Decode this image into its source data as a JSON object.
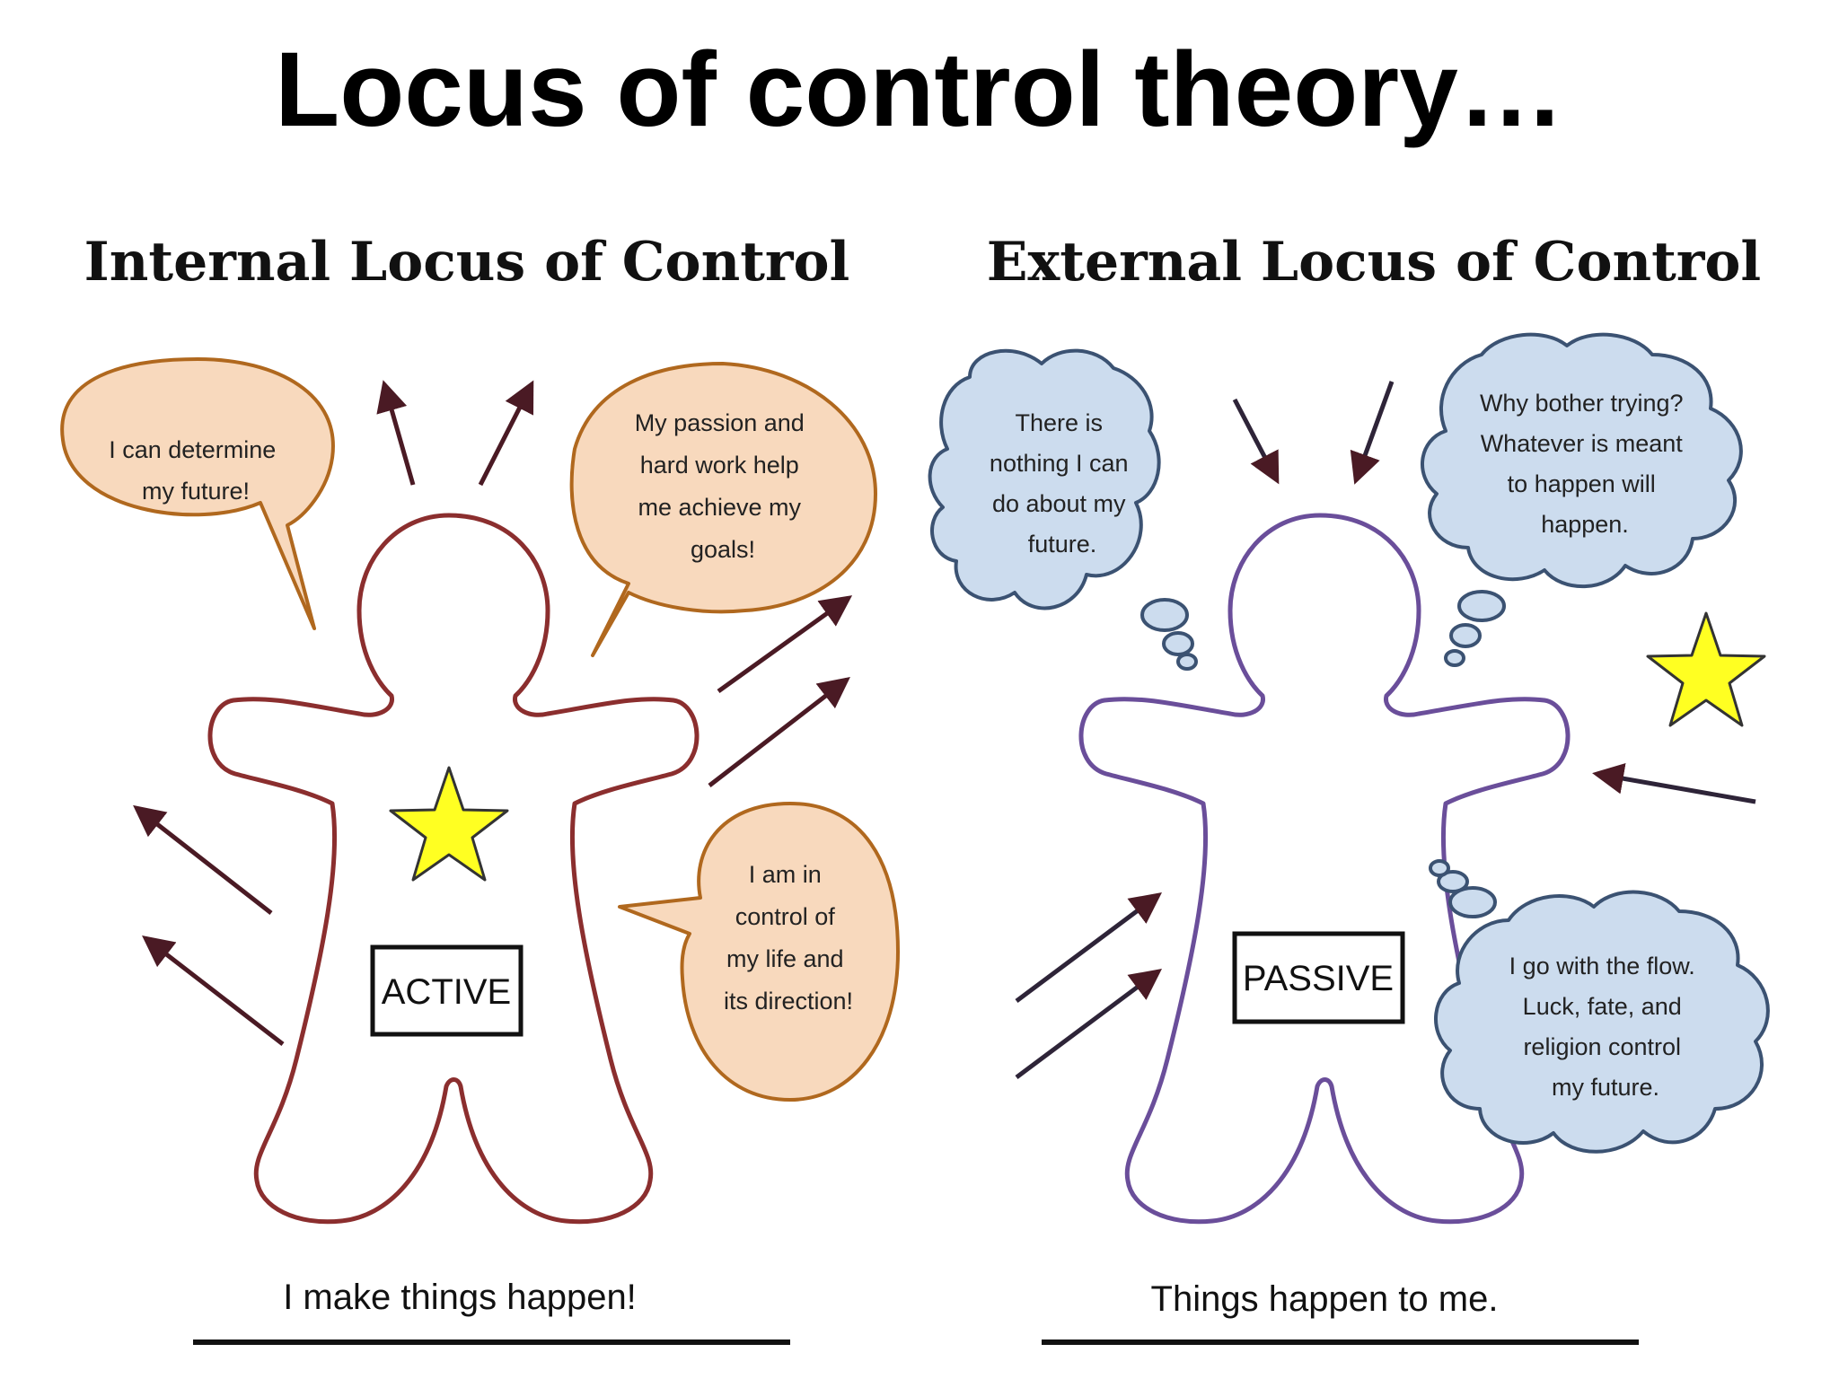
{
  "title": "Locus of control theory…",
  "internal": {
    "heading": "Internal Locus of Control",
    "badge": "ACTIVE",
    "caption": "I make things happen!",
    "bubbles": [
      {
        "lines": [
          "I can determine",
          "my future!"
        ]
      },
      {
        "lines": [
          "My passion and",
          "hard work help",
          "me achieve my",
          "goals!"
        ]
      },
      {
        "lines": [
          "I am in",
          "control of",
          "my life and",
          "its direction!"
        ]
      }
    ]
  },
  "external": {
    "heading": "External Locus of Control",
    "badge": "PASSIVE",
    "caption": "Things happen to me.",
    "bubbles": [
      {
        "lines": [
          "There is",
          "nothing I can",
          "do about my",
          "future."
        ]
      },
      {
        "lines": [
          "Why bother trying?",
          "Whatever is meant",
          "to happen will",
          "happen."
        ]
      },
      {
        "lines": [
          "I go with the flow.",
          "Luck, fate, and",
          "religion control",
          "my future."
        ]
      }
    ]
  },
  "colors": {
    "internal_outline": "#8b2e2e",
    "external_outline": "#6a4e9a",
    "speech_fill": "#f8d9bd",
    "speech_stroke": "#b0681e",
    "thought_fill": "#ccdcee",
    "thought_stroke": "#3b5272",
    "arrow": "#4a1a24",
    "star_fill": "#ffff22"
  },
  "icons": [
    "star-icon",
    "arrow-icon",
    "person-outline-icon"
  ]
}
